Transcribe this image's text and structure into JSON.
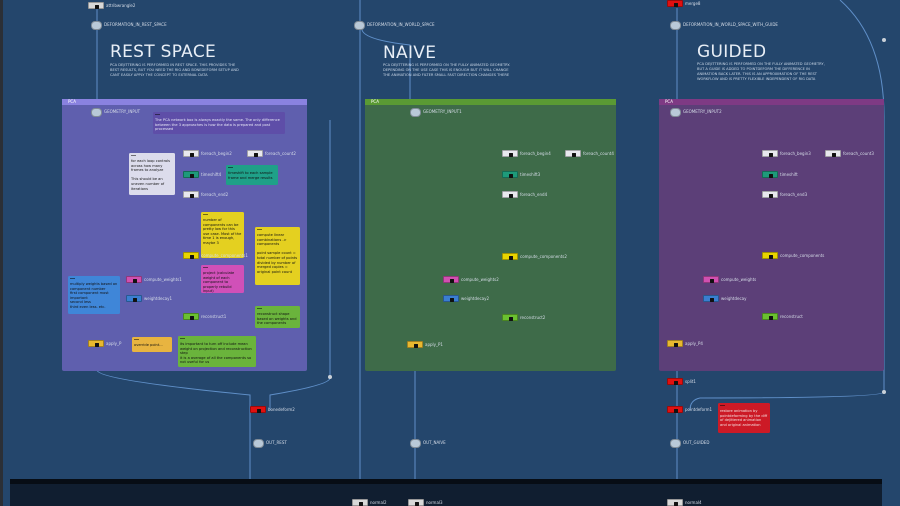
{
  "sections": [
    {
      "title": "REST SPACE",
      "description": "PCA DEJITTERING IS PERFORMED IN REST SPACE. THIS PROVIDES THE BEST RESULTS, BUT YOU NEED THE RIG AND BONEDEFORM SETUP AND CANT EASILY APPLY THE CONCEPT TO EXTERNAL DATA",
      "box_label": "PCA",
      "box_color": "#5f5fae"
    },
    {
      "title": "NAIVE",
      "description": "PCA DEJITTERING IS PERFORMED ON THE FULLY ANIMATED GEOMETRY. DEPENDING ON THE USE CASE THIS IS ENOUGH BUT IT WILL CHANGE THE ANIMATION AND FILTER SMALL FAST DIRECTION CHANGES THERE",
      "box_label": "PCA",
      "box_color": "#3e6b49"
    },
    {
      "title": "GUIDED",
      "description": "PCA DEJITTERING IS PERFORMED ON THE FULLY ANIMATED GEOMETRY, BUT A GUIDE IS ADDED TO POINTDEFORM THE DIFFERENCE IN ANIMATION BACK LATER. THIS IS AN APPROXIMATION OF THE REST WORKFLOW AND IS PRETTY FLEXIBLE INDEPENDENT OF RIG DATA",
      "box_label": "PCA",
      "box_color": "#5c3f78"
    }
  ],
  "nodes": [
    {
      "name": "attribwrangle2",
      "color": "#d8d8d8"
    },
    {
      "name": "DEFORMATION_IN_REST_SPACE"
    },
    {
      "name": "GEOMETRY_INPUT"
    },
    {
      "name": "foreach_begin2",
      "color": "#e8e8ee"
    },
    {
      "name": "foreach_count2",
      "color": "#e8e8ee"
    },
    {
      "name": "timeshift4",
      "color": "#1e9a7a"
    },
    {
      "name": "foreach_end2",
      "color": "#e8e8ee"
    },
    {
      "name": "compute_components1",
      "color": "#e8d400"
    },
    {
      "name": "compute_weights1",
      "color": "#d050b0"
    },
    {
      "name": "weightdecay1",
      "color": "#3a7ed0"
    },
    {
      "name": "reconstruct1",
      "color": "#6ac030"
    },
    {
      "name": "apply_P",
      "color": "#e8b830"
    },
    {
      "name": "bonedeform2",
      "color": "#e01010"
    },
    {
      "name": "OUT_REST"
    },
    {
      "name": "DEFORMATION_IN_WORLD_SPACE"
    },
    {
      "name": "GEOMETRY_INPUT1"
    },
    {
      "name": "foreach_begin4",
      "color": "#e8e8ee"
    },
    {
      "name": "foreach_count4",
      "color": "#e8e8ee"
    },
    {
      "name": "timeshift3",
      "color": "#1e9a7a"
    },
    {
      "name": "foreach_end4",
      "color": "#e8e8ee"
    },
    {
      "name": "compute_components2",
      "color": "#e8d400"
    },
    {
      "name": "compute_weights2",
      "color": "#d050b0"
    },
    {
      "name": "weightdecay2",
      "color": "#3a7ed0"
    },
    {
      "name": "reconstruct2",
      "color": "#6ac030"
    },
    {
      "name": "apply_P1",
      "color": "#e8b830"
    },
    {
      "name": "OUT_NAIVE"
    },
    {
      "name": "merge8",
      "color": "#e01010"
    },
    {
      "name": "DEFORMATION_IN_WORLD_SPACE_WITH_GUIDE"
    },
    {
      "name": "GEOMETRY_INPUT2"
    },
    {
      "name": "foreach_begin3",
      "color": "#e8e8ee"
    },
    {
      "name": "foreach_count3",
      "color": "#e8e8ee"
    },
    {
      "name": "timeshift",
      "color": "#1e9a7a"
    },
    {
      "name": "foreach_end3",
      "color": "#e8e8ee"
    },
    {
      "name": "compute_components",
      "color": "#e8d400"
    },
    {
      "name": "compute_weights",
      "color": "#d050b0"
    },
    {
      "name": "weightdecay",
      "color": "#3a7ed0"
    },
    {
      "name": "reconstruct",
      "color": "#6ac030"
    },
    {
      "name": "apply_P4",
      "color": "#e8b830"
    },
    {
      "name": "split1",
      "color": "#e01010"
    },
    {
      "name": "pointdeform1",
      "color": "#e01010"
    },
    {
      "name": "OUT_GUIDED"
    },
    {
      "name": "normal2",
      "color": "#d8d8d8"
    },
    {
      "name": "normal3",
      "color": "#d8d8d8"
    },
    {
      "name": "normal4",
      "color": "#d8d8d8"
    }
  ],
  "notes": [
    {
      "text": "The PCA network box is always exactly the same. The only difference between the 3 approaches is how the data is prepared and post processed",
      "color": "#5e4ea8"
    },
    {
      "text": "for each loop controls across how many frames to analyze\n\nThis should be an uneven number of iterations",
      "color": "#dcdcec"
    },
    {
      "text": "timeshift to each sample frame and merge results",
      "color": "#1fa088"
    },
    {
      "text": "number of components can be pretty low for this use case. Most of the time 1 is enough, maybe 3",
      "color": "#e4d020"
    },
    {
      "text": "compute linear combinations -> components\n\npoint sample count = total number of points divided by number of merged copies = original point count",
      "color": "#e4d020"
    },
    {
      "text": "project (calculate weight of each component to properly rebuild input)",
      "color": "#d050b8"
    },
    {
      "text": "multiply weights based on component number\nfirst component most important\nsecond less\nthird even less. etc.",
      "color": "#3f86d8"
    },
    {
      "text": "reconstruct shape based on weights and the components",
      "color": "#6ab43c"
    },
    {
      "text": "override point...",
      "color": "#e8b440"
    },
    {
      "text": "its important to turn off include mean weight on projection and reconstruction step\nit is a average of all the components so not useful for us",
      "color": "#6ab43c"
    },
    {
      "text": "restore animation by pointdeforming by the diff of dejittered animation and original animation",
      "color": "#cc1a26"
    }
  ]
}
